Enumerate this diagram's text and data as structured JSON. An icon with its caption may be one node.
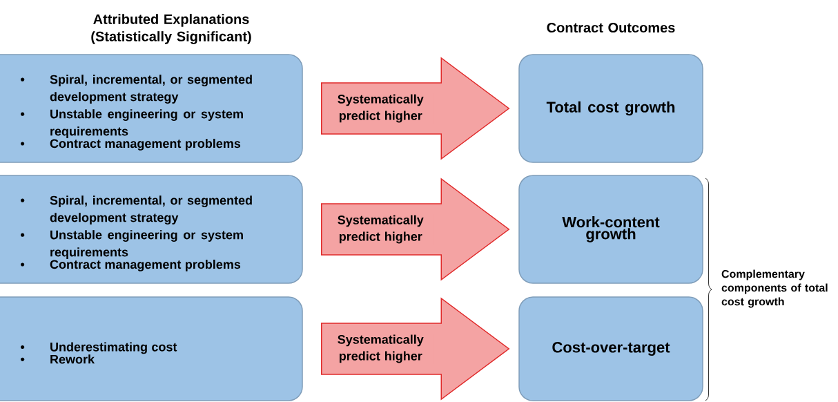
{
  "diagram": {
    "nodes": [
      {
        "text": [
          "Spiral, incremental, or segmented development strategy",
          "Unstable engineering or system requirements",
          "Contract management problems"
        ]
      },
      {
        "text": [
          "Spiral, incremental, or segmented development strategy",
          "Unstable engineering or system requirements",
          "Contract management problems"
        ]
      },
      {
        "text": [
          "Underestimating cost",
          "Rework"
        ]
      },
      {
        "text": [
          "Total cost growth"
        ]
      },
      {
        "text": [
          "Work-content growth"
        ]
      },
      {
        "text": [
          "Cost-over-target"
        ]
      }
    ],
    "edges": [
      {
        "from": 0,
        "to": 3,
        "arrow": "to",
        "label": "Systematically predict higher"
      },
      {
        "from": 1,
        "to": 4,
        "arrow": "to",
        "label": "Systematically predict higher"
      },
      {
        "from": 2,
        "to": 5,
        "arrow": "to",
        "label": "Systematically predict higher"
      }
    ],
    "labels": [
      "Attributed Explanations (Statistically Significant)",
      "Contract Outcomes",
      "Complementary components of total cost growth"
    ]
  }
}
